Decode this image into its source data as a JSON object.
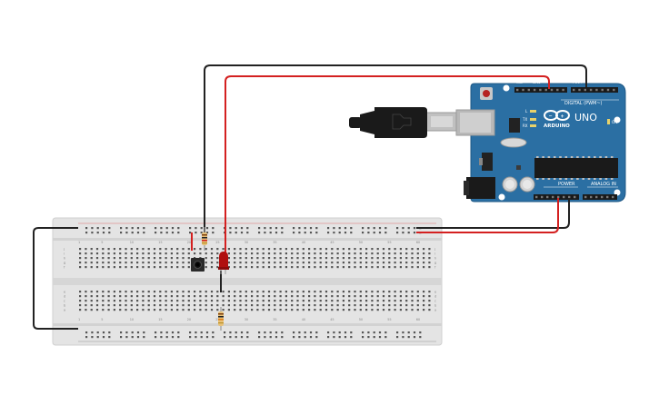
{
  "arduino": {
    "brand": "ARDUINO",
    "model": "UNO",
    "digital_label": "DIGITAL (PWM~)",
    "power_label": "POWER",
    "analog_label": "ANALOG IN",
    "led_labels": [
      "L",
      "TX",
      "RX"
    ],
    "on_label": "ON"
  },
  "breadboard": {
    "column_numbers": [
      "1",
      "5",
      "10",
      "15",
      "20",
      "25",
      "30",
      "35",
      "40",
      "45",
      "50",
      "55",
      "60"
    ],
    "row_letters_top": [
      "j",
      "i",
      "h",
      "g",
      "f"
    ],
    "row_letters_bottom": [
      "e",
      "d",
      "c",
      "b",
      "a"
    ]
  },
  "colors": {
    "board_blue": "#2b6fa3",
    "breadboard": "#e6e6e6",
    "wire_black": "#222222",
    "wire_red": "#d42020",
    "led_red": "#b01010",
    "resistor_body": "#e8c27a"
  }
}
